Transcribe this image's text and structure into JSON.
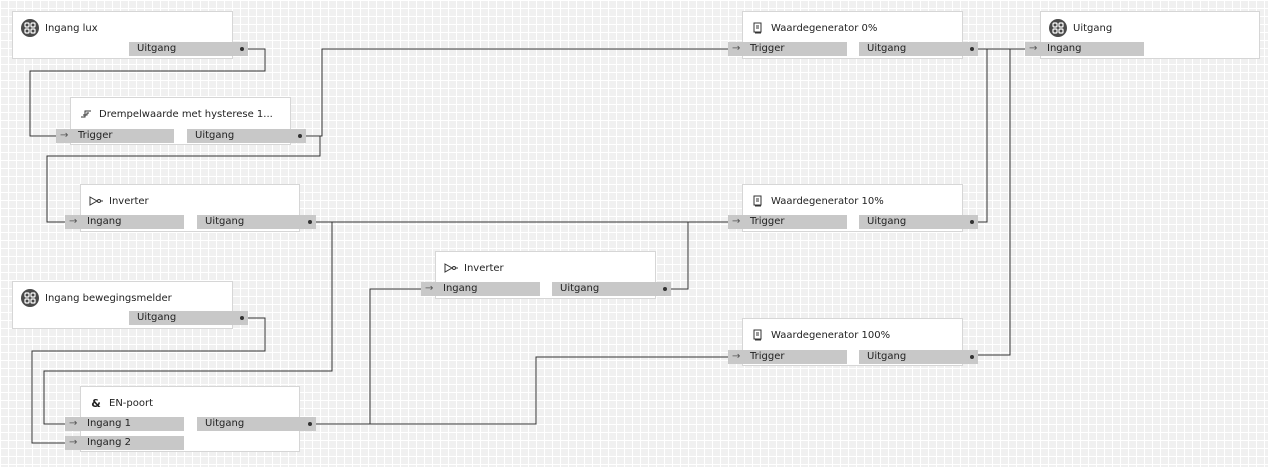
{
  "nodes": {
    "ingang_lux": {
      "title": "Ingang lux",
      "out": "Uitgang"
    },
    "drempel": {
      "title": "Drempelwaarde met hysterese 1...",
      "in": "Trigger",
      "out": "Uitgang"
    },
    "inverter1": {
      "title": "Inverter",
      "in": "Ingang",
      "out": "Uitgang"
    },
    "ingang_beweging": {
      "title": "Ingang bewegingsmelder",
      "out": "Uitgang"
    },
    "inverter2": {
      "title": "Inverter",
      "in": "Ingang",
      "out": "Uitgang"
    },
    "en_poort": {
      "title": "EN-poort",
      "in1": "Ingang 1",
      "in2": "Ingang 2",
      "out": "Uitgang"
    },
    "wg0": {
      "title": "Waardegenerator 0%",
      "in": "Trigger",
      "out": "Uitgang"
    },
    "wg10": {
      "title": "Waardegenerator 10%",
      "in": "Trigger",
      "out": "Uitgang"
    },
    "wg100": {
      "title": "Waardegenerator 100%",
      "in": "Trigger",
      "out": "Uitgang"
    },
    "uitgang": {
      "title": "Uitgang",
      "in": "Ingang"
    }
  },
  "colors": {
    "wire": "#333333",
    "port": "#c8c8c8",
    "grid": "#ffffff",
    "background": "#f0f0f0"
  },
  "icons": {
    "io": "io-block-icon",
    "threshold": "threshold-icon",
    "inverter": "inverter-icon",
    "and": "and-gate-icon",
    "value": "value-generator-icon"
  }
}
